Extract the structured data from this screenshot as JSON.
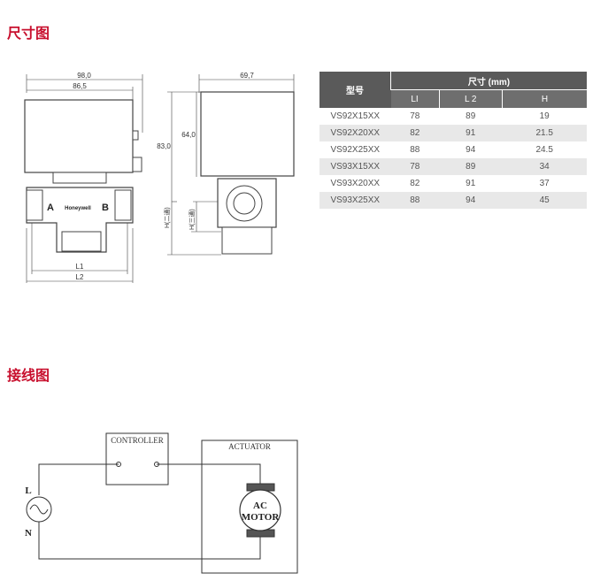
{
  "sections": {
    "dimensions_title": "尺寸图",
    "wiring_title": "接线图"
  },
  "front_view": {
    "dim_total_width": "98,0",
    "dim_body_width": "86,5",
    "port_a": "A",
    "port_b": "B",
    "brand": "Honeywell",
    "l1": "L1",
    "l2": "L2"
  },
  "side_view": {
    "dim_width": "69,7",
    "dim_height_total": "83,0",
    "dim_height_actuator": "64,0",
    "h_label_outer": "H(二通)",
    "h_label_inner": "H(三通)"
  },
  "table": {
    "model_header": "型号",
    "group_header": "尺寸 (mm)",
    "columns": [
      "LI",
      "L 2",
      "H"
    ],
    "rows": [
      {
        "model": "VS92X15XX",
        "l1": "78",
        "l2": "89",
        "h": "19"
      },
      {
        "model": "VS92X20XX",
        "l1": "82",
        "l2": "91",
        "h": "21.5"
      },
      {
        "model": "VS92X25XX",
        "l1": "88",
        "l2": "94",
        "h": "24.5"
      },
      {
        "model": "VS93X15XX",
        "l1": "78",
        "l2": "89",
        "h": "34"
      },
      {
        "model": "VS93X20XX",
        "l1": "82",
        "l2": "91",
        "h": "37"
      },
      {
        "model": "VS93X25XX",
        "l1": "88",
        "l2": "94",
        "h": "45"
      }
    ]
  },
  "wiring": {
    "controller_label": "CONTROLLER",
    "actuator_label": "ACTUATOR",
    "motor_line1": "AC",
    "motor_line2": "MOTOR",
    "live_label": "L",
    "neutral_label": "N"
  }
}
